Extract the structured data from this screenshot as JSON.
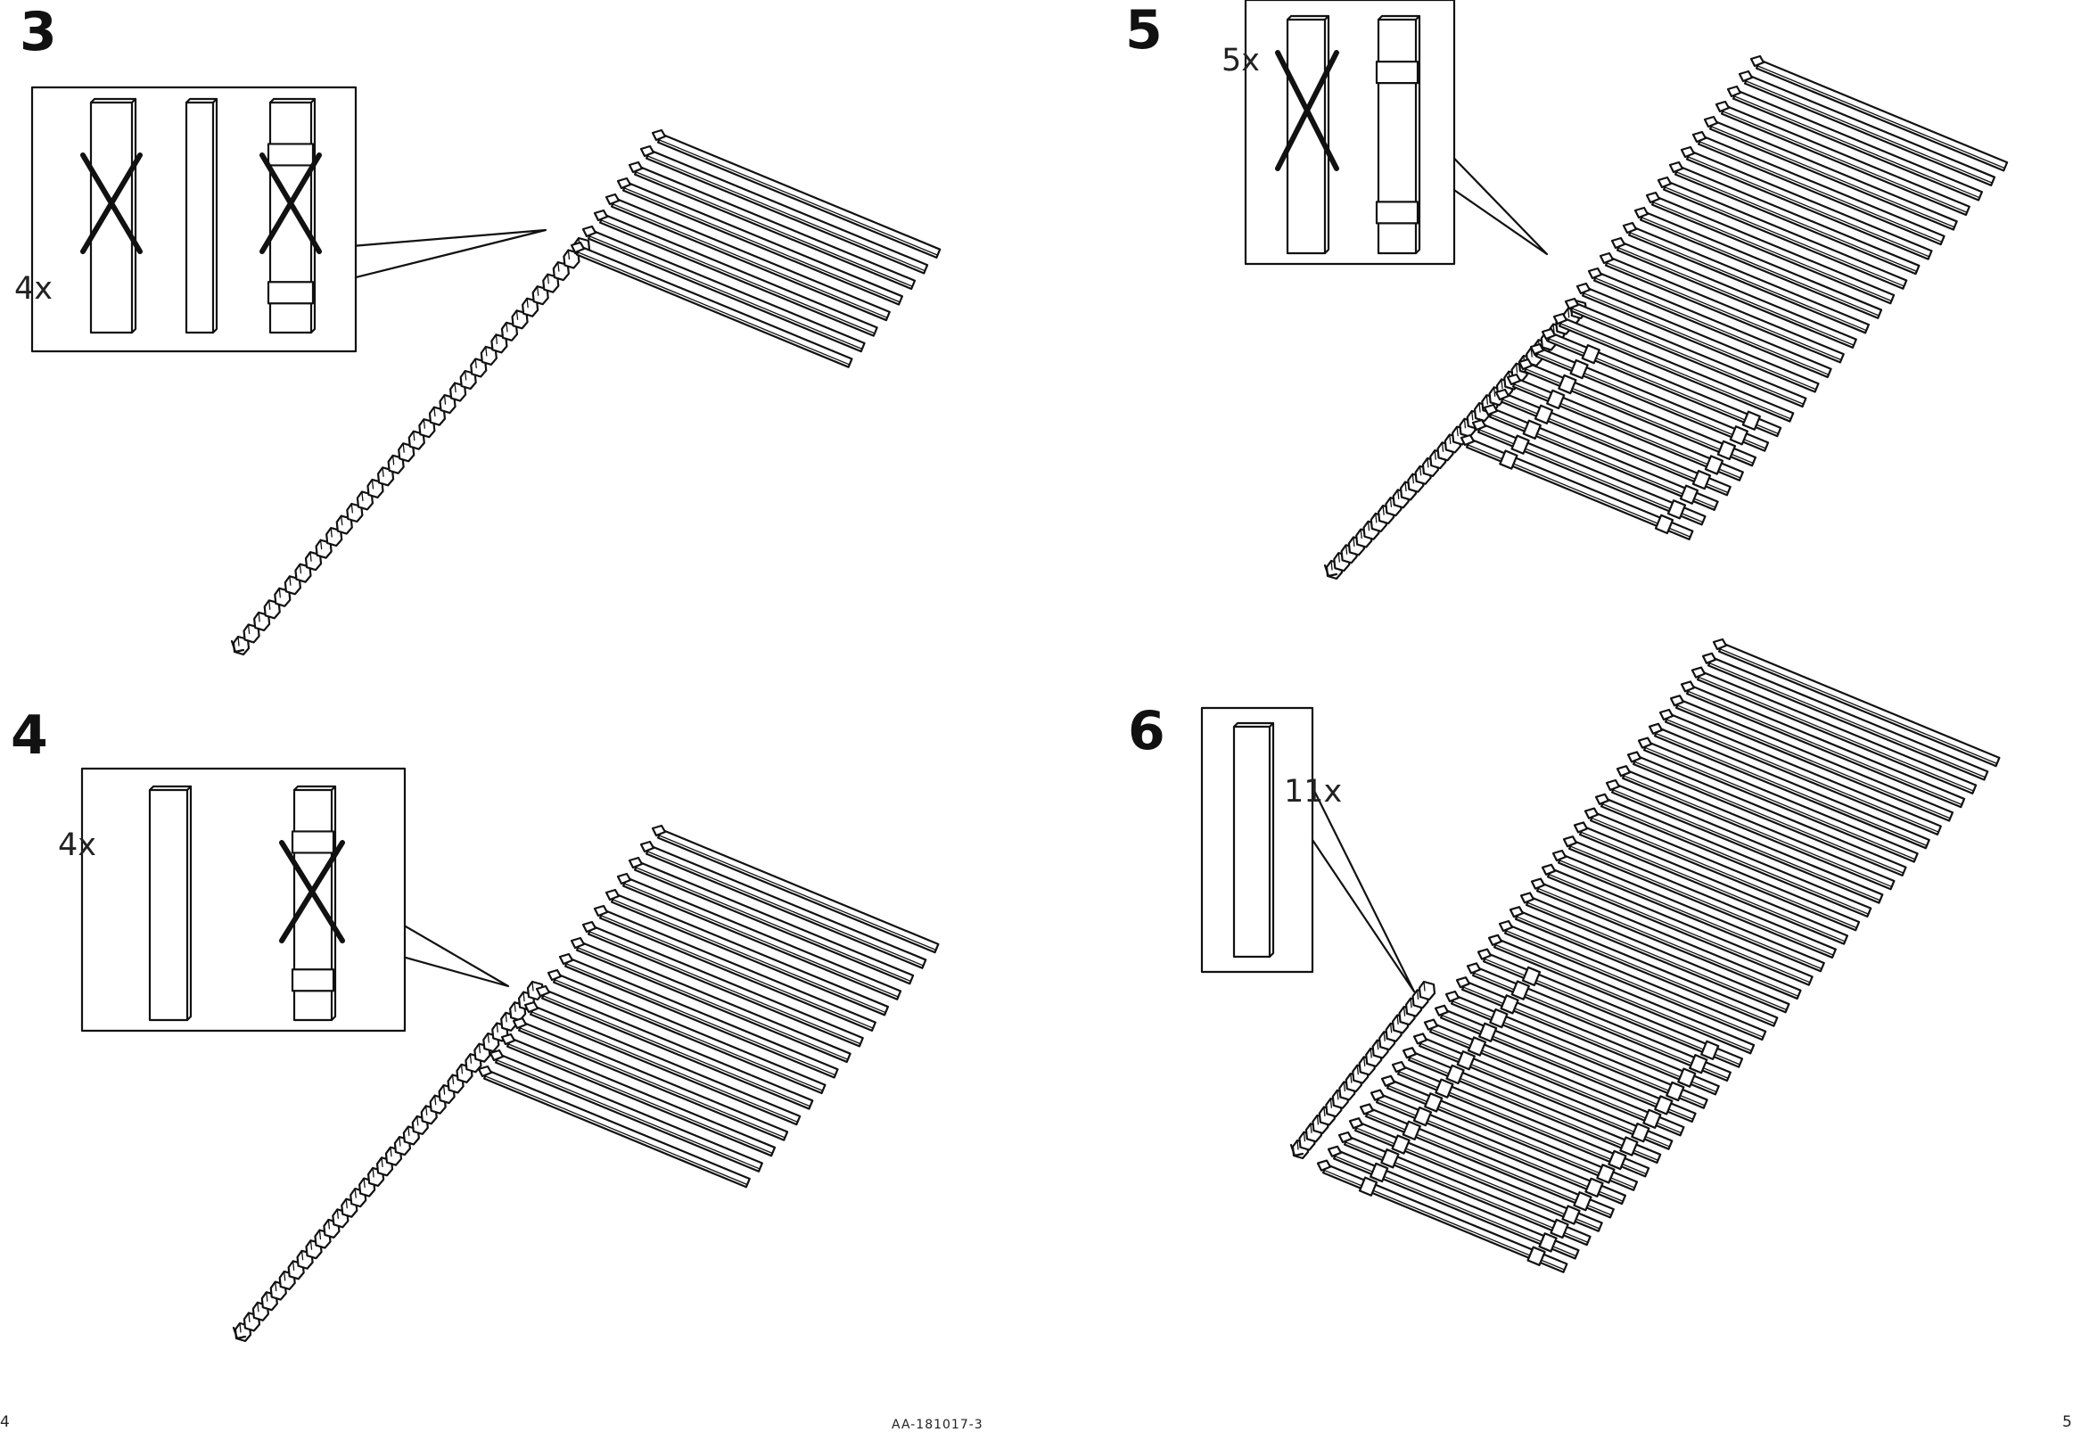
{
  "steps": [
    {
      "number": "3",
      "quantity": "4x"
    },
    {
      "number": "4",
      "quantity": "4x"
    },
    {
      "number": "5",
      "quantity": "5x"
    },
    {
      "number": "6",
      "quantity": "11x"
    }
  ],
  "footer": {
    "page_left": "4",
    "doc_code": "AA-181017-3",
    "page_right": "5"
  },
  "colors": {
    "ink": "#111111",
    "paper": "#ffffff",
    "slat_fill": "#ffffff"
  }
}
